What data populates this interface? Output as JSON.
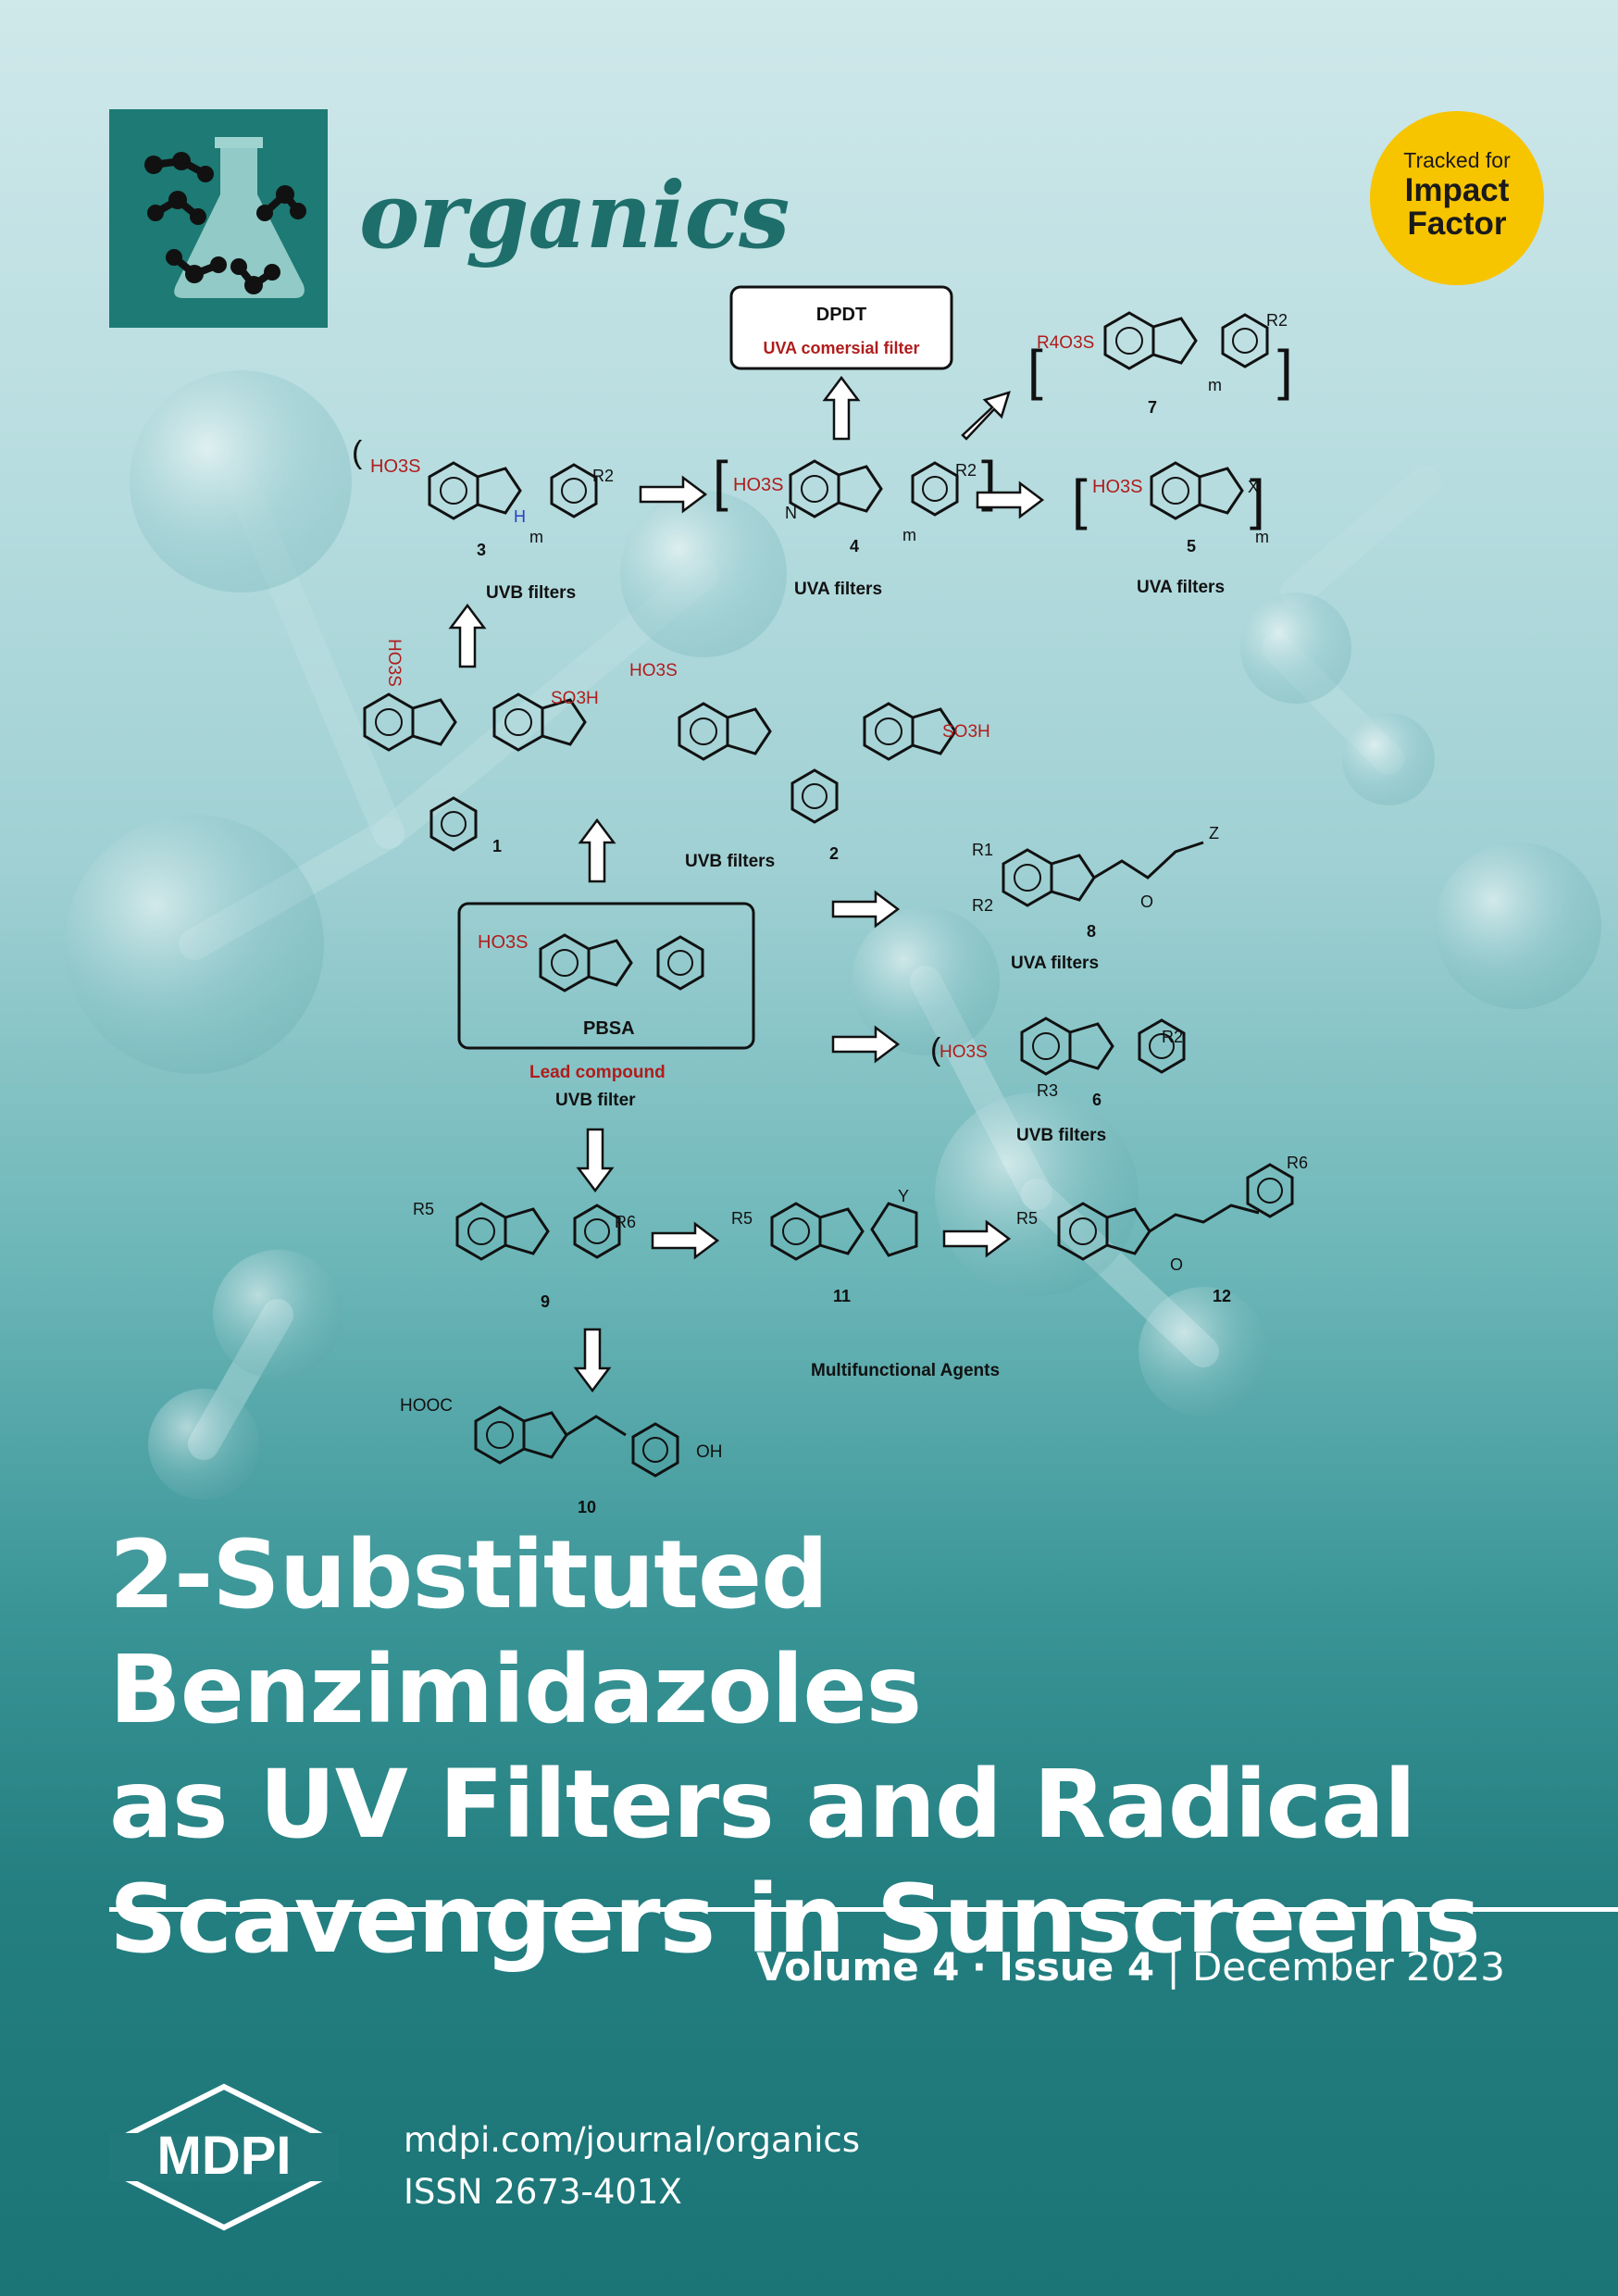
{
  "journal": {
    "name": "organics",
    "badge_line1": "Tracked for",
    "badge_line2": "Impact",
    "badge_line3": "Factor"
  },
  "scheme": {
    "box_dpdt_title": "DPDT",
    "box_dpdt_sub": "UVA comersial filter",
    "pbsa_label": "PBSA",
    "lead_compound": "Lead compound",
    "uvb_filter": "UVB filter",
    "uvb_filters": "UVB filters",
    "uva_filters": "UVA filters",
    "multifunctional": "Multifunctional Agents",
    "compound_numbers": [
      "1",
      "2",
      "3",
      "4",
      "5",
      "6",
      "7",
      "8",
      "9",
      "10",
      "11",
      "12"
    ],
    "groups": {
      "so3h": "SO3H",
      "ho3s": "HO3S",
      "r4o3s": "R4O3S",
      "hooc": "HOOC",
      "oh": "OH",
      "r1": "R1",
      "r2": "R2",
      "r3": "R3",
      "r5": "R5",
      "r6": "R6",
      "x": "X",
      "y": "Y",
      "z": "Z",
      "m": "m",
      "n": "N",
      "nh": "H",
      "o": "O"
    }
  },
  "article": {
    "title_line1": "2-Substituted Benzimidazoles",
    "title_line2": "as UV Filters and Radical",
    "title_line3": "Scavengers in Sunscreens"
  },
  "issue": {
    "volume": "Volume 4",
    "separator": "·",
    "issue": "Issue 4",
    "pipe": "|",
    "date": "December 2023"
  },
  "publisher": {
    "logo_text": "MDPI",
    "url": "mdpi.com/journal/organics",
    "issn": "ISSN 2673-401X"
  },
  "colors": {
    "accent": "#1d7a74",
    "badge": "#f7c400",
    "red_label": "#b01c1c",
    "nitrogen": "#2a3ec2"
  }
}
